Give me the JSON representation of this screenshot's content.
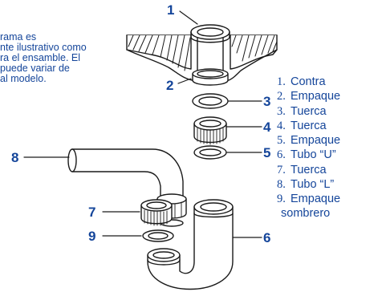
{
  "note": {
    "lines": [
      "rama es",
      "nte ilustrativo como",
      "ra el ensamble. El",
      "puede variar de",
      "al modelo."
    ]
  },
  "callouts": [
    "1",
    "2",
    "3",
    "4",
    "5",
    "6",
    "7",
    "8",
    "9"
  ],
  "legend": [
    {
      "num": "1.",
      "text": "Contra"
    },
    {
      "num": "2.",
      "text": "Empaque"
    },
    {
      "num": "3.",
      "text": "Tuerca"
    },
    {
      "num": "4.",
      "text": "Tuerca"
    },
    {
      "num": "5.",
      "text": "Empaque"
    },
    {
      "num": "6.",
      "text": "Tubo “U”"
    },
    {
      "num": "7.",
      "text": "Tuerca"
    },
    {
      "num": "8.",
      "text": "Tubo “L”"
    },
    {
      "num": "9.",
      "text": "Empaque",
      "text2": "sombrero"
    }
  ],
  "colors": {
    "label": "#14459a",
    "outline": "#1a1a1a"
  }
}
